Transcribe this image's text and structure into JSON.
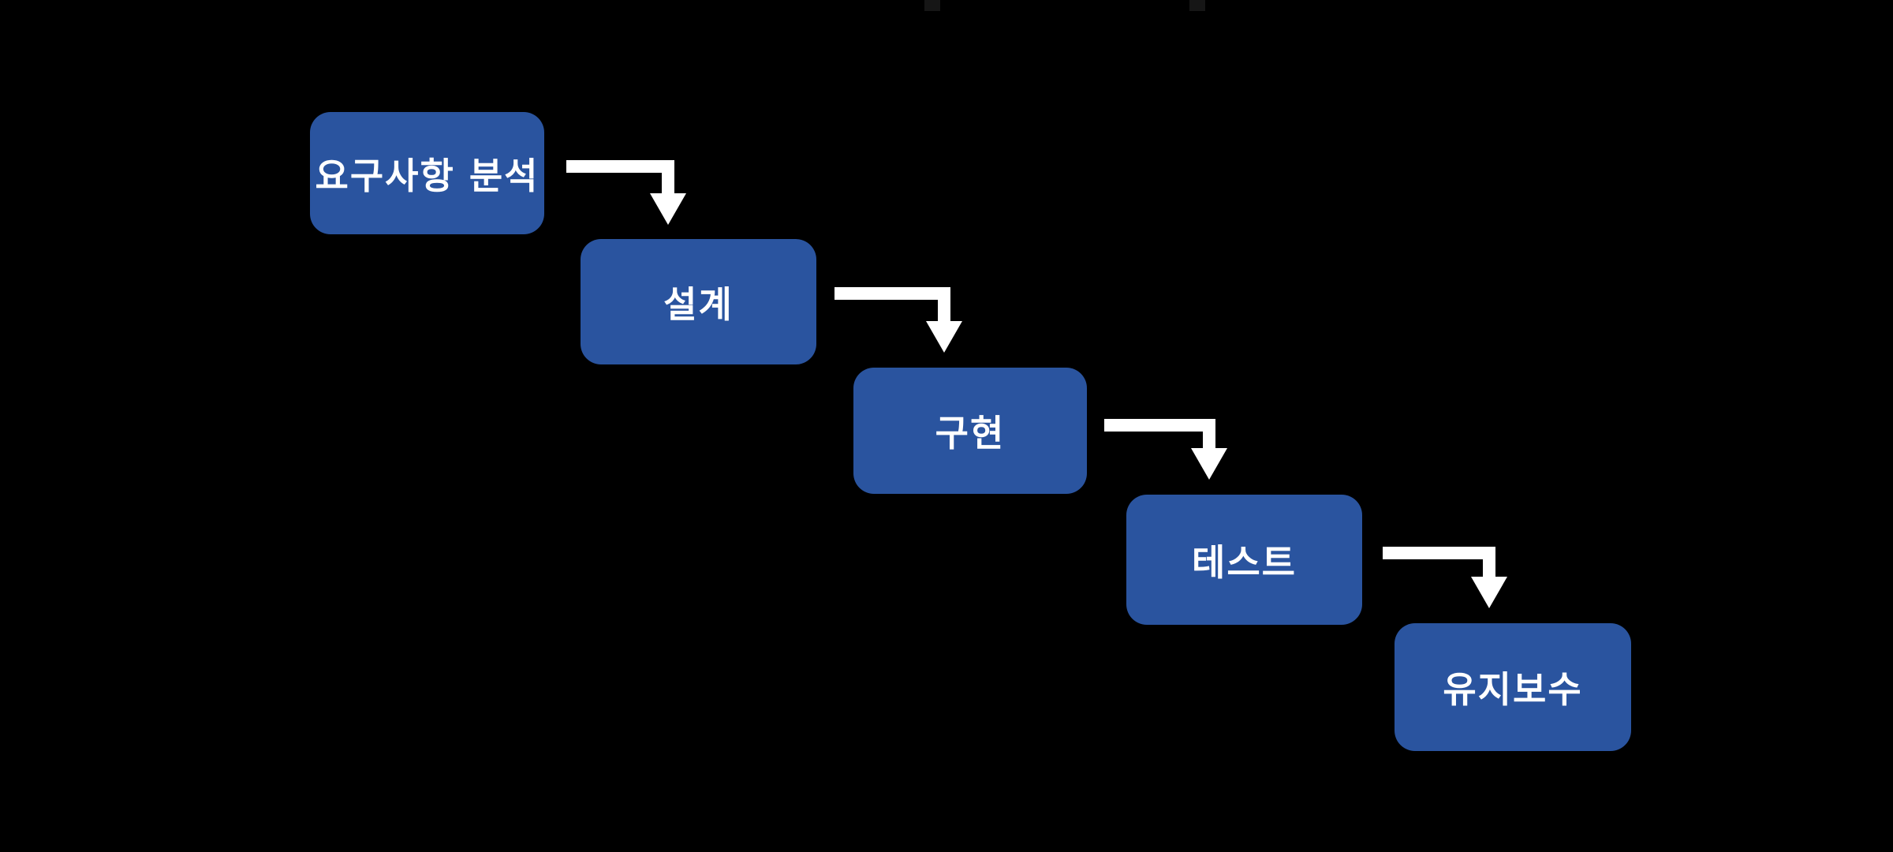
{
  "diagram": {
    "type": "flowchart-waterfall",
    "stages": [
      {
        "id": "requirements-analysis",
        "label": "요구사항 분석"
      },
      {
        "id": "design",
        "label": "설계"
      },
      {
        "id": "implementation",
        "label": "구현"
      },
      {
        "id": "test",
        "label": "테스트"
      },
      {
        "id": "maintenance",
        "label": "유지보수"
      }
    ],
    "connectors": [
      {
        "from": "requirements-analysis",
        "to": "design",
        "shape": "elbow-right-down"
      },
      {
        "from": "design",
        "to": "implementation",
        "shape": "elbow-right-down"
      },
      {
        "from": "implementation",
        "to": "test",
        "shape": "elbow-right-down"
      },
      {
        "from": "test",
        "to": "maintenance",
        "shape": "elbow-right-down"
      }
    ],
    "colors": {
      "background": "#000000",
      "box_fill": "#2a549f",
      "box_text": "#ffffff",
      "arrow": "#ffffff"
    }
  }
}
